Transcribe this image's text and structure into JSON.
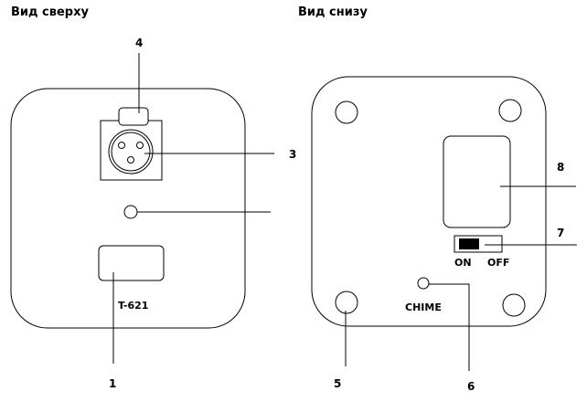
{
  "views": {
    "top_title": "Вид сверху",
    "bottom_title": "Вид снизу"
  },
  "top_view": {
    "model_label": "T-621",
    "callouts": {
      "c1": "1",
      "c3": "3",
      "c4": "4"
    }
  },
  "bottom_view": {
    "switch_on": "ON",
    "switch_off": "OFF",
    "chime_label": "CHIME",
    "callouts": {
      "c5": "5",
      "c6": "6",
      "c7": "7",
      "c8": "8"
    }
  }
}
